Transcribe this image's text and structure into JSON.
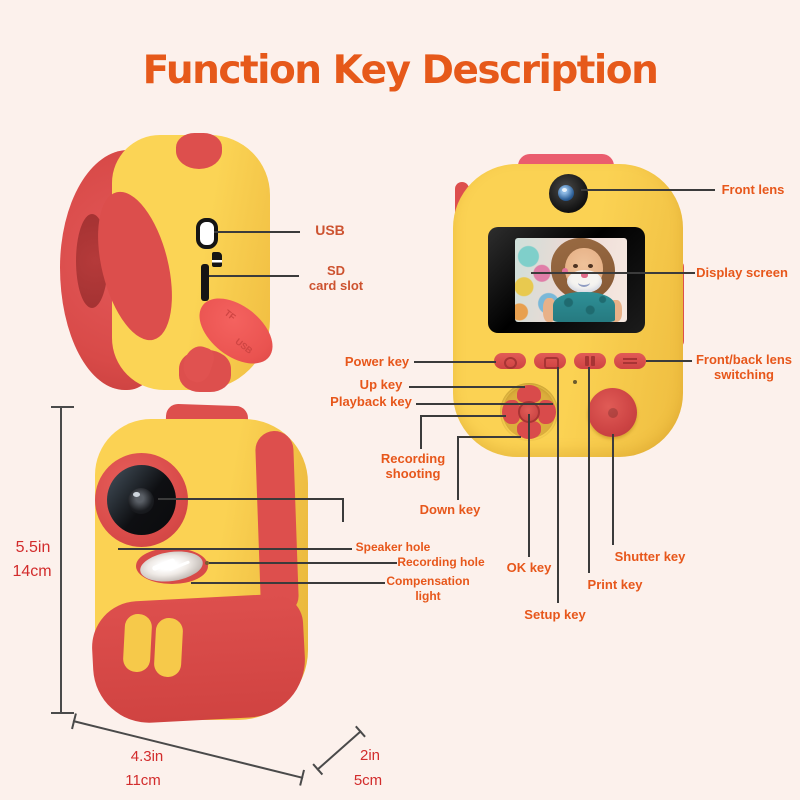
{
  "title": "Function Key Description",
  "colors": {
    "background": "#fcf1ec",
    "title_orange": "#e6591a",
    "label_orange": "#e7571b",
    "usb_sd_label": "#cd5330",
    "dimension_red": "#d22c2c",
    "camera_yellow": "#f8cc4e",
    "camera_red": "#dd4f4d",
    "leader_line": "#3b3b3b"
  },
  "annotations": {
    "side_camera": {
      "usb": "USB",
      "sd_line1": "SD",
      "sd_line2": "card slot"
    },
    "back_camera": {
      "front_lens": "Front lens",
      "display_screen": "Display screen",
      "front_back_switch_line1": "Front/back lens",
      "front_back_switch_line2": "switching",
      "power_key": "Power key",
      "up_key": "Up key",
      "playback_key": "Playback key",
      "recording_shooting_line1": "Recording",
      "recording_shooting_line2": "shooting",
      "down_key": "Down key",
      "ok_key": "OK key",
      "setup_key": "Setup key",
      "print_key": "Print key",
      "shutter_key": "Shutter key"
    },
    "front_camera": {
      "speaker_hole": "Speaker hole",
      "recording_hole": "Recording hole",
      "compensation_line1": "Compensation",
      "compensation_line2": "light"
    }
  },
  "flap": {
    "tf": "TF",
    "usb": "USB"
  },
  "dimensions": {
    "height": {
      "inches": "5.5in",
      "cm": "14cm"
    },
    "width": {
      "inches": "4.3in",
      "cm": "11cm"
    },
    "depth": {
      "inches": "2in",
      "cm": "5cm"
    }
  }
}
